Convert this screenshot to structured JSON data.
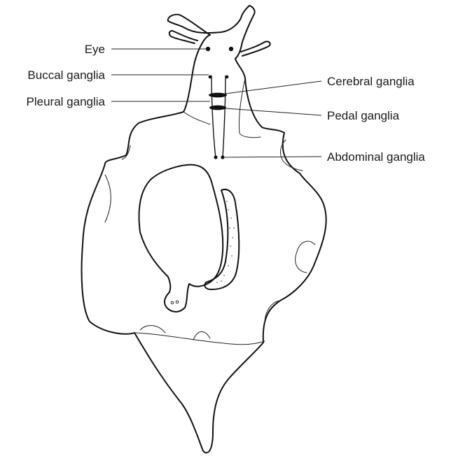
{
  "labels": {
    "eye": "Eye",
    "buccal_ganglia": "Buccal ganglia",
    "pleural_ganglia": "Pleural ganglia",
    "cerebral_ganglia": "Cerebral ganglia",
    "pedal_ganglia": "Pedal ganglia",
    "abdominal_ganglia": "Abdominal ganglia"
  }
}
